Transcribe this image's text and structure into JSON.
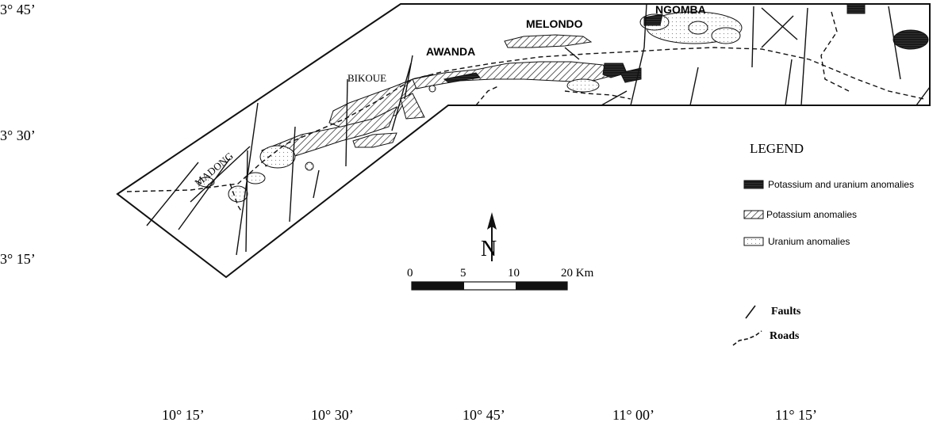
{
  "latitude_labels": [
    "3° 45’",
    "3° 30’",
    "3° 15’"
  ],
  "longitude_labels": [
    "10° 15’",
    "10° 30’",
    "10° 45’",
    "11° 00’",
    "11° 15’"
  ],
  "place_labels": {
    "madong": "MADONG",
    "bikoue": "BIKOUE",
    "awanda": "AWANDA",
    "melondo": "MELONDO",
    "ngomba": "NGOMBA"
  },
  "north_arrow": {
    "letter": "N"
  },
  "scale_bar": {
    "ticks": [
      "0",
      "5",
      "10",
      "20 Km"
    ]
  },
  "legend": {
    "title": "LEGEND",
    "items": {
      "k_u": "Potassium and uranium anomalies",
      "k": "Potassium anomalies",
      "u": "Uranium anomalies",
      "faults": "Faults",
      "roads": "Roads"
    }
  },
  "colors": {
    "ink": "#111111",
    "background": "#ffffff"
  }
}
